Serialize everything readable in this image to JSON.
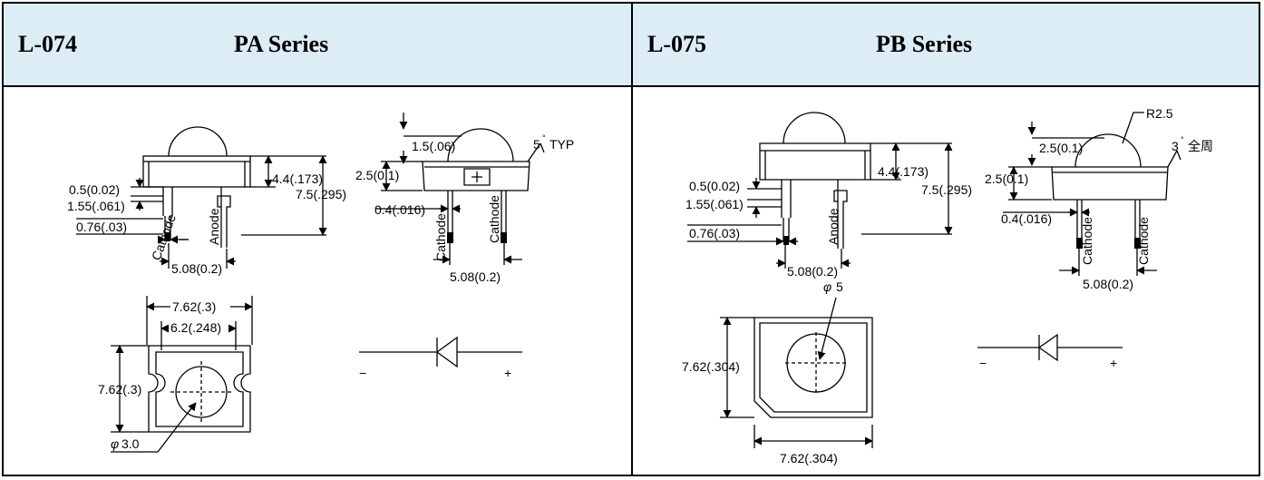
{
  "panels": [
    {
      "code": "L-074",
      "series": "PA Series",
      "dims": {
        "lead_thickness": "0.5(0.02)",
        "lead_step": "1.55(.061)",
        "lead_width": "0.76(.03)",
        "body_height": "4.4(.173)",
        "total_height": "7.5(.295)",
        "pitch_front": "5.08(0.2)",
        "dome_height": "1.5(.06)",
        "flange_height": "2.5(0.1)",
        "taper": "5",
        "taper_suffix": "TYP",
        "lead_offset": "0.4(.016)",
        "pitch_side": "5.08(0.2)",
        "base_outer": "7.62(.3)",
        "base_inner": "6.2(.248)",
        "base_height": "7.62(.3)",
        "lens_dia": "3.0"
      },
      "labels": {
        "cathode_a": "Cathode",
        "anode": "Anode",
        "cathode_b": "Cathode",
        "cathode_c": "Cathode"
      },
      "symbol": {
        "minus": "−",
        "plus": "+"
      }
    },
    {
      "code": "L-075",
      "series": "PB Series",
      "dims": {
        "lead_thickness": "0.5(0.02)",
        "lead_step": "1.55(.061)",
        "lead_width": "0.76(.03)",
        "body_height": "4.4(.173)",
        "total_height": "7.5(.295)",
        "pitch_front": "5.08(0.2)",
        "radius": "R2.5",
        "dome_height": "2.5(0.1)",
        "flange_height": "2.5(0.1)",
        "taper": "3",
        "taper_suffix": "全周",
        "lead_offset": "0.4(.016)",
        "pitch_side": "5.08(0.2)",
        "lens_dia": "5",
        "base_height": "7.62(.304)",
        "base_width": "7.62(.304)"
      },
      "labels": {
        "anode": "Anode",
        "cathode_b": "Cathode",
        "cathode_c": "Cathode"
      },
      "symbol": {
        "minus": "−",
        "plus": "+"
      }
    }
  ]
}
